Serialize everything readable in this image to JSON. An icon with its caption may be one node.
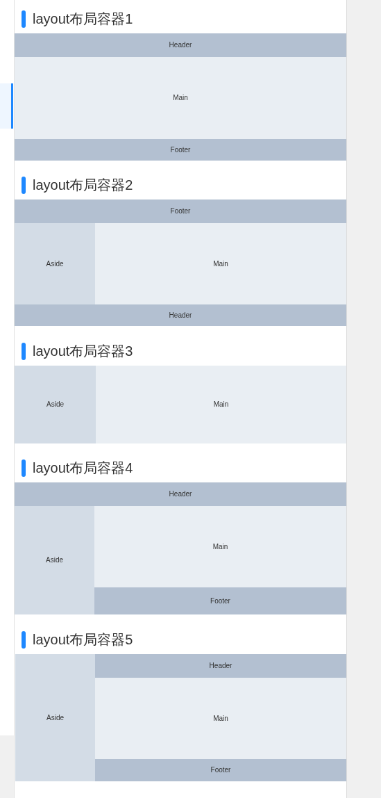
{
  "diagram": {
    "nodes": [
      {
        "text": [
          "Header"
        ]
      },
      {
        "text": [
          "Main"
        ]
      },
      {
        "text": [
          "Footer"
        ]
      },
      {
        "text": [
          "Footer"
        ]
      },
      {
        "text": [
          "Aside"
        ]
      },
      {
        "text": [
          "Main"
        ]
      },
      {
        "text": [
          "Header"
        ]
      },
      {
        "text": [
          "Aside"
        ]
      },
      {
        "text": [
          "Main"
        ]
      },
      {
        "text": [
          "Header"
        ]
      },
      {
        "text": [
          "Aside"
        ]
      },
      {
        "text": [
          "Main"
        ]
      },
      {
        "text": [
          "Footer"
        ]
      },
      {
        "text": [
          "Aside"
        ]
      },
      {
        "text": [
          "Header"
        ]
      },
      {
        "text": [
          "Main"
        ]
      },
      {
        "text": [
          "Footer"
        ]
      }
    ],
    "labels": [
      "layout布局容器1",
      "layout布局容器2",
      "layout布局容器3",
      "layout布局容器4",
      "layout布局容器5"
    ]
  }
}
